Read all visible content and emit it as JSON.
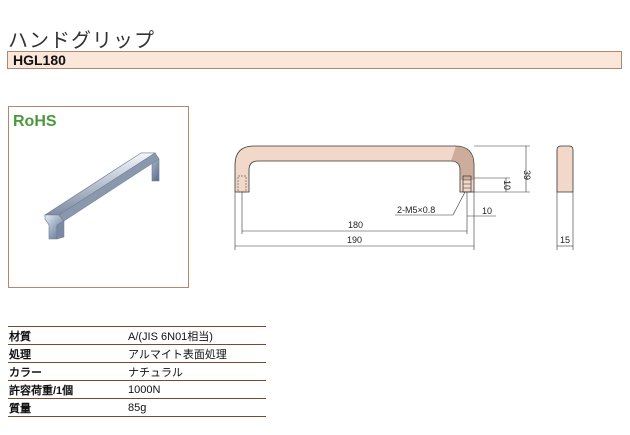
{
  "page": {
    "title": "ハンドグリップ",
    "model": "HGL180",
    "rohs_mark": "RoHS"
  },
  "drawing": {
    "dim_length": "180",
    "dim_total": "190",
    "dim_height": "39",
    "dim_leg": "10",
    "dim_hole": "2-M5×0.8",
    "dim_hole_offset": "10",
    "dim_depth": "15"
  },
  "specs": [
    {
      "key": "材質",
      "value": "A/(JIS 6N01相当)"
    },
    {
      "key": "処理",
      "value": "アルマイト表面処理"
    },
    {
      "key": "カラー",
      "value": "ナチュラル"
    },
    {
      "key": "許容荷重/1個",
      "value": "1000N"
    },
    {
      "key": "質量",
      "value": "85g"
    }
  ],
  "colors": {
    "accent_bar": "#fbe7d9",
    "border": "#a9896f",
    "rohs": "#4a9a3c",
    "handle_fill": "#f2d8c8"
  }
}
